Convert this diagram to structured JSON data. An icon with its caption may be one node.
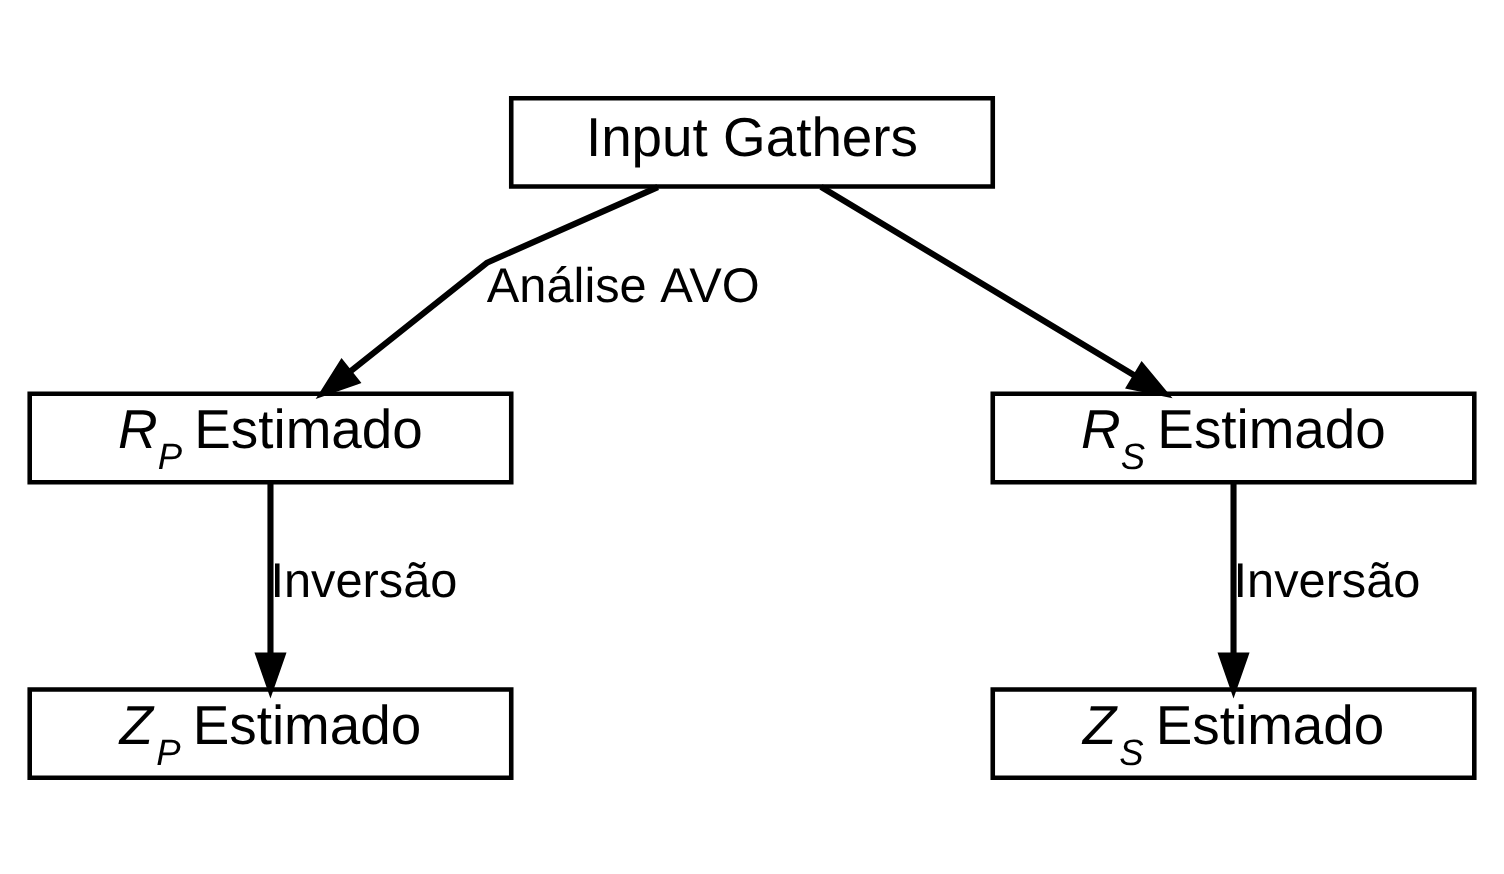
{
  "diagram": {
    "nodes": [
      {
        "text": [
          "Input Gathers"
        ]
      },
      {
        "text": [
          "*R$_{P}$* Estimado"
        ]
      },
      {
        "text": [
          "*R$_{S}$* Estimado"
        ]
      },
      {
        "text": [
          "*Z$_{P}$* Estimado"
        ]
      },
      {
        "text": [
          "*Z$_{S}$* Estimado"
        ]
      }
    ],
    "edges": [
      {
        "from": 0,
        "to": 1,
        "arrow": "to",
        "label": "Análise AVO"
      },
      {
        "from": 0,
        "to": 2,
        "arrow": "to"
      },
      {
        "from": 1,
        "to": 3,
        "arrow": "to",
        "label": "Inversão"
      },
      {
        "from": 2,
        "to": 4,
        "arrow": "to",
        "label": "Inversão"
      }
    ]
  }
}
